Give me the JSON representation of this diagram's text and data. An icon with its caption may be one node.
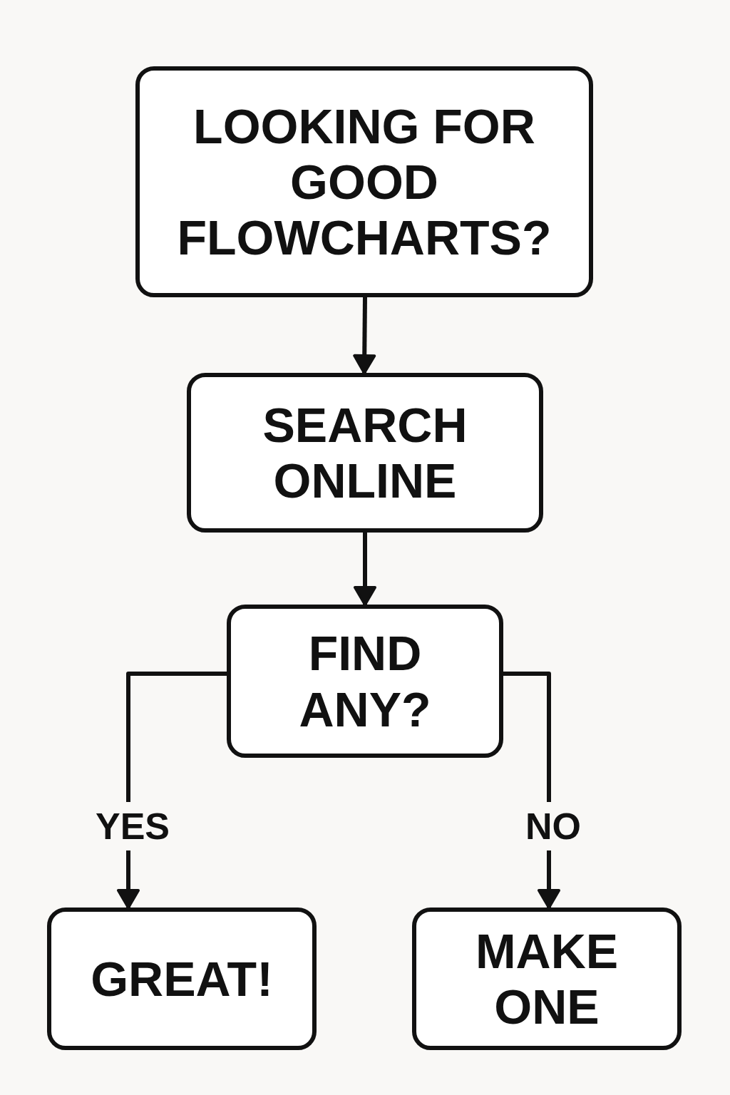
{
  "diagram": {
    "nodes": [
      {
        "text": [
          "LOOKING FOR GOOD FLOWCHARTS?"
        ]
      },
      {
        "text": [
          "SEARCH ONLINE"
        ]
      },
      {
        "text": [
          "FIND ANY?"
        ]
      },
      {
        "text": [
          "GREAT!"
        ]
      },
      {
        "text": [
          "MAKE ONE"
        ]
      }
    ],
    "edges": [
      {
        "from": 0,
        "to": 1,
        "arrow": "to"
      },
      {
        "from": 1,
        "to": 2,
        "arrow": "to"
      },
      {
        "from": 2,
        "to": 3,
        "arrow": "to",
        "label": "YES"
      },
      {
        "from": 2,
        "to": 4,
        "arrow": "to",
        "label": "NO"
      }
    ]
  }
}
